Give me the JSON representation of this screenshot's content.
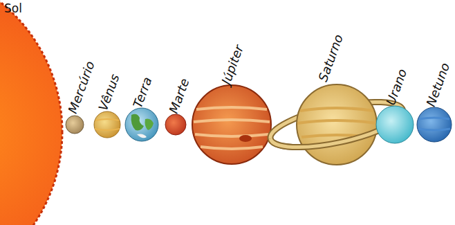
{
  "diagram": {
    "labels": [
      "Sol",
      "Mercúrio",
      "Vênus",
      "Terra",
      "Marte",
      "Júpiter",
      "Saturno",
      "Urano",
      "Netuno"
    ]
  }
}
